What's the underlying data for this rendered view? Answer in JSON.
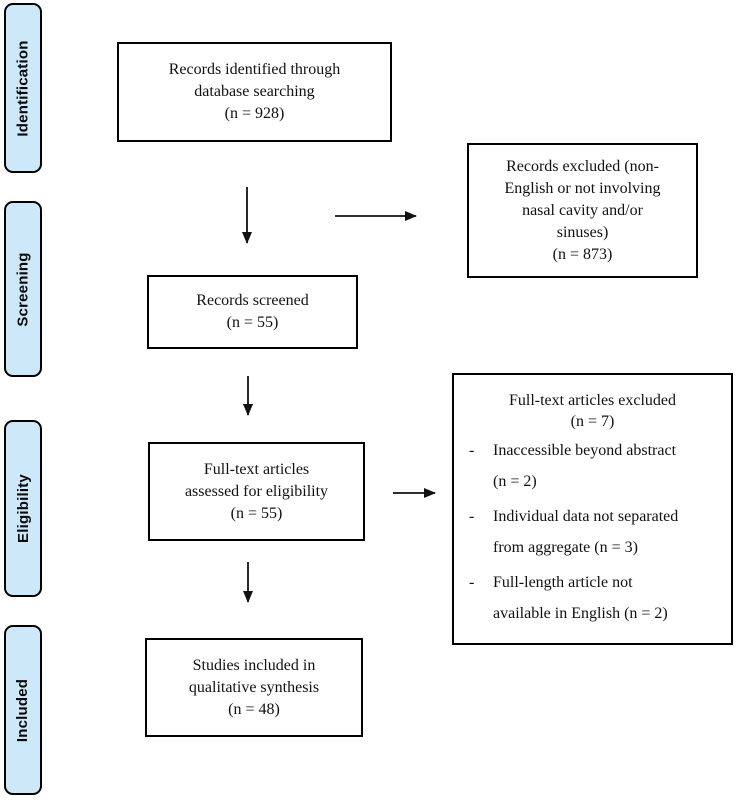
{
  "colors": {
    "stage_fill": "#CDE8F8",
    "border": "#000000",
    "background": "#FFFFFF",
    "text": "#111111"
  },
  "stages": [
    {
      "label": "Identification"
    },
    {
      "label": "Screening"
    },
    {
      "label": "Eligibility"
    },
    {
      "label": "Included"
    }
  ],
  "boxes": {
    "identified": [
      "Records identified through",
      "database searching",
      "(n = 928)"
    ],
    "excluded_records": [
      "Records excluded (non-",
      "English or not involving",
      "nasal cavity and/or",
      "sinuses)",
      "(n = 873)"
    ],
    "screened": [
      "Records screened",
      "(n = 55)"
    ],
    "fulltext_excluded": {
      "title": [
        "Full-text articles excluded",
        "(n = 7)"
      ],
      "marker": "-",
      "items": [
        [
          "Inaccessible beyond abstract",
          "(n = 2)"
        ],
        [
          "Individual data not separated",
          "from aggregate (n = 3)"
        ],
        [
          "Full-length article not",
          "available in English (n = 2)"
        ]
      ]
    },
    "assessed": [
      "Full-text articles",
      "assessed for eligibility",
      "(n = 55)"
    ],
    "included_studies": [
      "Studies included in",
      "qualitative synthesis",
      "(n = 48)"
    ]
  }
}
